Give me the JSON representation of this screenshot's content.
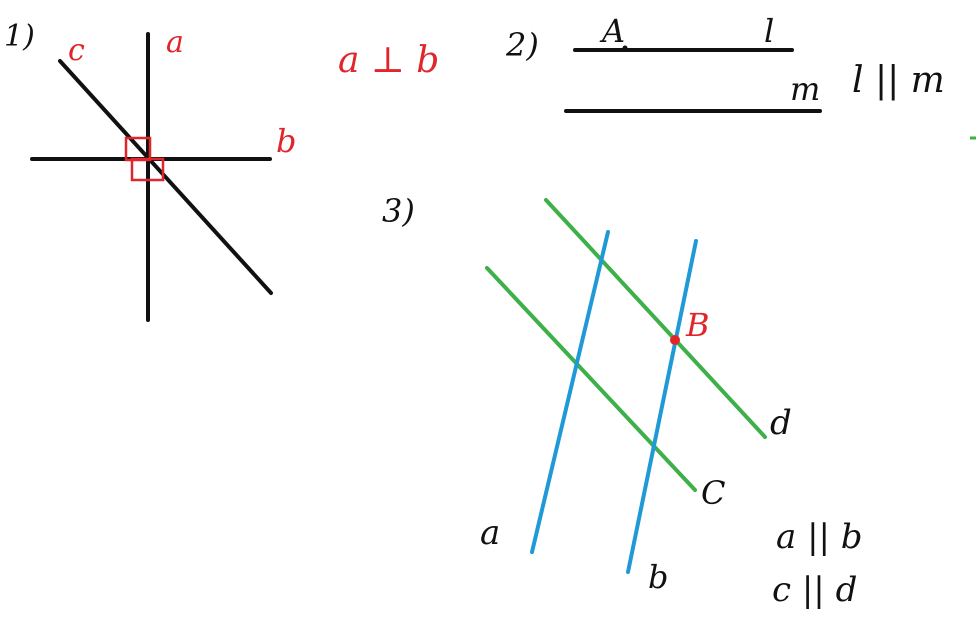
{
  "colors": {
    "ink": "#111111",
    "red": "#e0262a",
    "green": "#3db04a",
    "blue": "#1f9ad6"
  },
  "figure1": {
    "number": "1)",
    "line_c": "c",
    "line_a": "a",
    "line_b": "b",
    "relation": "a ⊥ b"
  },
  "figure2": {
    "number": "2)",
    "point_A": "A",
    "line_l": "l",
    "line_m": "m",
    "relation": "l || m"
  },
  "figure3": {
    "number": "3)",
    "point_B": "B",
    "line_d": "d",
    "line_c": "C",
    "line_a": "a",
    "line_b": "b",
    "relation_ab": "a || b",
    "relation_cd": "c || d"
  }
}
